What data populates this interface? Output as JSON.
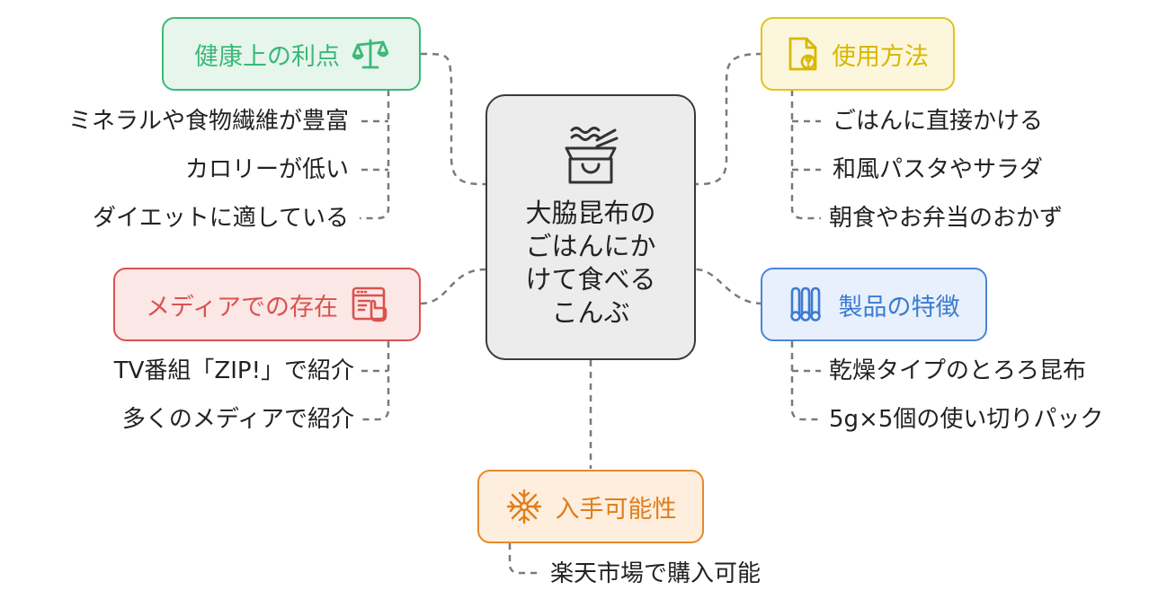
{
  "center": {
    "title": "大脇昆布のごはんにかけて食べるこんぶ",
    "icon": "noodle-bowl-icon"
  },
  "branches": {
    "health": {
      "label": "健康上の利点",
      "icon": "balance-scale-icon",
      "color": "#3cb878",
      "fill": "#e6f6ec",
      "items": [
        "ミネラルや食物繊維が豊富",
        "カロリーが低い",
        "ダイエットに適している"
      ]
    },
    "usage": {
      "label": "使用方法",
      "icon": "document-question-icon",
      "color": "#e2c31c",
      "fill": "#fcf7dc",
      "items": [
        "ごはんに直接かける",
        "和風パスタやサラダ",
        "朝食やお弁当のおかず"
      ]
    },
    "media": {
      "label": "メディアでの存在",
      "icon": "web-click-icon",
      "color": "#d9534f",
      "fill": "#fbe7e6",
      "items": [
        "TV番組「ZIP!」で紹介",
        "多くのメディアで紹介"
      ]
    },
    "features": {
      "label": "製品の特徴",
      "icon": "rolls-icon",
      "color": "#4a86d8",
      "fill": "#e7f0fc",
      "items": [
        "乾燥タイプのとろろ昆布",
        "5g×5個の使い切りパック"
      ]
    },
    "availability": {
      "label": "入手可能性",
      "icon": "snowflake-burst-icon",
      "color": "#e68a2e",
      "fill": "#fdeedd",
      "items": [
        "楽天市場で購入可能"
      ]
    }
  }
}
